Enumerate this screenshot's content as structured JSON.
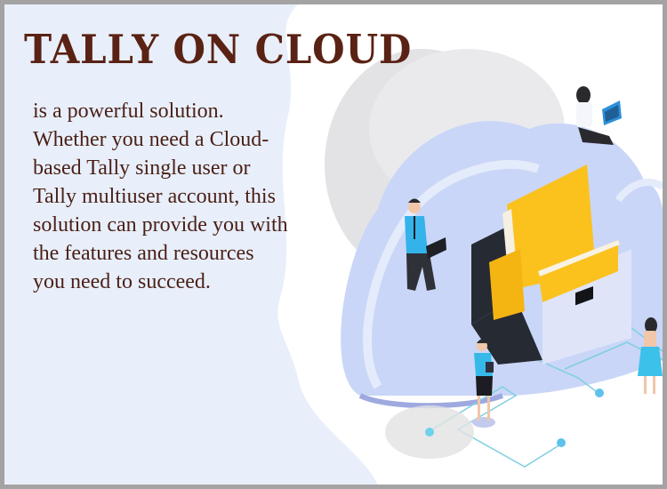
{
  "headline": "TALLY ON CLOUD",
  "body_lines": [
    "is a powerful solution.",
    "Whether you need a Cloud-",
    "based Tally single user or",
    "Tally multiuser account, this",
    "solution can provide you with",
    "the features and resources",
    "you need to succeed."
  ],
  "colors": {
    "border": "#a3a3a3",
    "background": "#e8effa",
    "title": "#5a2214",
    "body": "#4a1f16",
    "cloud": "#c9d6f7",
    "folder": "#fbc21e",
    "drawer_dark": "#262a33",
    "accent_cyan": "#36b9e8"
  },
  "illustration": {
    "subject": "isometric-cloud-storage-with-people",
    "elements": [
      "cloud",
      "file-drawer",
      "folders",
      "woman-with-laptop",
      "man-with-laptop",
      "woman-with-tablet",
      "woman-in-dress",
      "circuit-lines"
    ]
  }
}
